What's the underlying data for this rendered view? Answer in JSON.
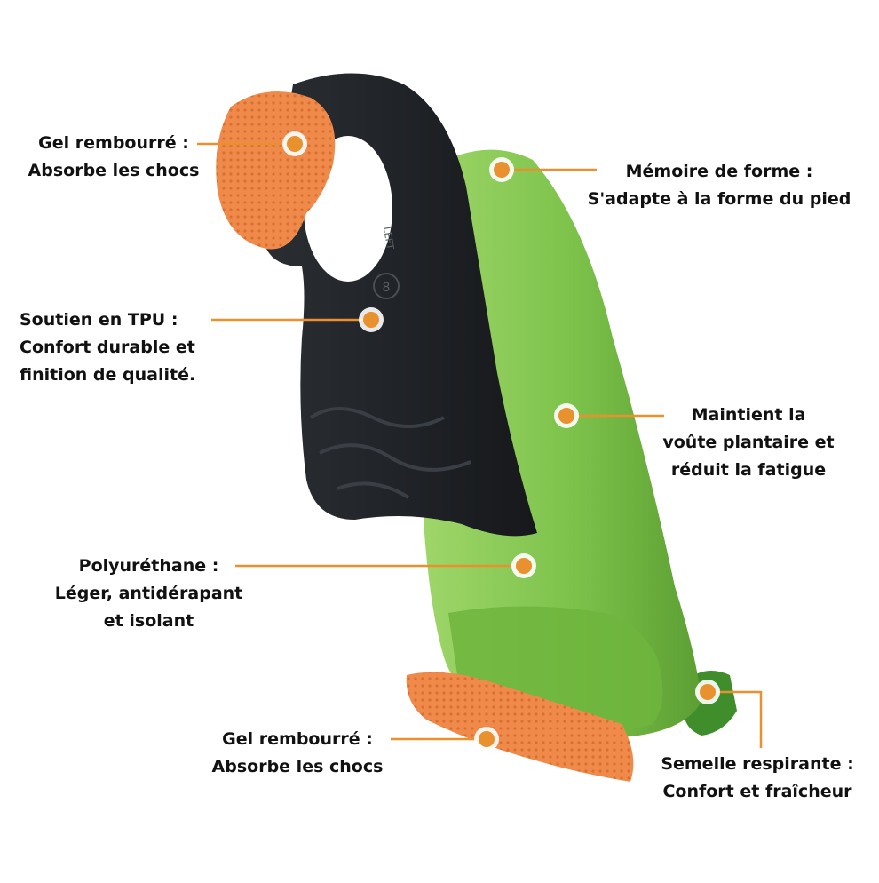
{
  "colors": {
    "background": "#ffffff",
    "green_foam": "#7cc24a",
    "black_tpu": "#1f2226",
    "orange_gel": "#f08a4b",
    "leader_line": "#e8912e",
    "label_text": "#111111"
  },
  "callouts": [
    {
      "id": "gel-heel",
      "lines": [
        "Gel rembourré :",
        "Absorbe les chocs"
      ]
    },
    {
      "id": "memory",
      "lines": [
        "Mémoire de forme :",
        "S'adapte à la forme du pied"
      ]
    },
    {
      "id": "tpu",
      "lines": [
        "Soutien en TPU :",
        "Confort durable et",
        "finition de qualité."
      ]
    },
    {
      "id": "arch",
      "lines": [
        "Maintient la",
        "voûte plantaire et",
        "réduit la fatigue"
      ]
    },
    {
      "id": "pu",
      "lines": [
        "Polyuréthane :",
        "Léger, antidérapant",
        "et isolant"
      ]
    },
    {
      "id": "gel-fore",
      "lines": [
        "Gel rembourré :",
        "Absorbe les chocs"
      ]
    },
    {
      "id": "breathable",
      "lines": [
        "Semelle respirante :",
        "Confort et fraîcheur"
      ]
    }
  ],
  "insole_marking": {
    "side": "LEFT",
    "size": "8"
  }
}
